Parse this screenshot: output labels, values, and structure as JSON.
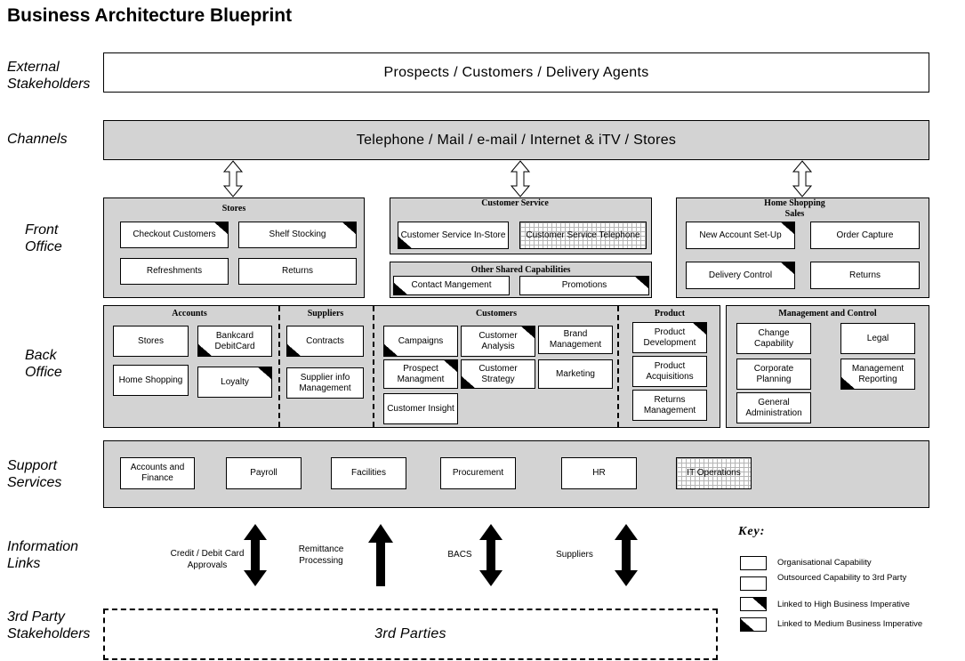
{
  "title": "Business Architecture Blueprint",
  "rows": {
    "external": "External Stakeholders",
    "channels": "Channels",
    "front": "Front Office",
    "back": "Back Office",
    "support": "Support Services",
    "info": "Information Links",
    "third": "3rd Party Stakeholders"
  },
  "bands": {
    "external": "Prospects / Customers / Delivery Agents",
    "channels": "Telephone / Mail / e-mail / Internet &  iTV / Stores",
    "third": "3rd Parties"
  },
  "front": {
    "stores": {
      "title": "Stores",
      "items": [
        "Checkout Customers",
        "Shelf Stocking",
        "Refreshments",
        "Returns"
      ]
    },
    "customer_service": {
      "title": "Customer Service",
      "items": [
        "Customer Service In-Store",
        "Customer Service Telephone"
      ]
    },
    "shared": {
      "title": "Other  Shared Capabilities",
      "items": [
        "Contact Mangement",
        "Promotions"
      ]
    },
    "home": {
      "title": "Home Shopping Sales",
      "items": [
        "New Account Set-Up",
        "Order Capture",
        "Delivery Control",
        "Returns"
      ]
    }
  },
  "back": {
    "accounts": {
      "title": "Accounts",
      "items": [
        "Stores",
        "Bankcard DebitCard",
        "Home Shopping",
        "Loyalty"
      ]
    },
    "suppliers": {
      "title": "Suppliers",
      "items": [
        "Contracts",
        "Supplier info Management"
      ]
    },
    "customers": {
      "title": "Customers",
      "items": [
        "Campaigns",
        "Customer Analysis",
        "Brand Management",
        "Prospect Managment",
        "Customer Strategy",
        "Marketing",
        "Customer Insight"
      ]
    },
    "product": {
      "title": "Product",
      "items": [
        "Product Development",
        "Product Acquisitions",
        "Returns Management"
      ]
    },
    "management": {
      "title": "Management and Control",
      "items": [
        "Change Capability",
        "Legal",
        "Corporate Planning",
        "Management Reporting",
        "General Administration"
      ]
    }
  },
  "support": {
    "items": [
      "Accounts and Finance",
      "Payroll",
      "Facilities",
      "Procurement",
      "HR",
      "IT Operations"
    ]
  },
  "links": [
    "Credit / Debit Card Approvals",
    "Remittance Processing",
    "BACS",
    "Suppliers"
  ],
  "key": {
    "title": "Key:",
    "items": [
      "Organisational Capability",
      "Outsourced Capability to 3rd Party",
      "Linked to High Business Imperative",
      "Linked to Medium Business Imperative"
    ]
  }
}
